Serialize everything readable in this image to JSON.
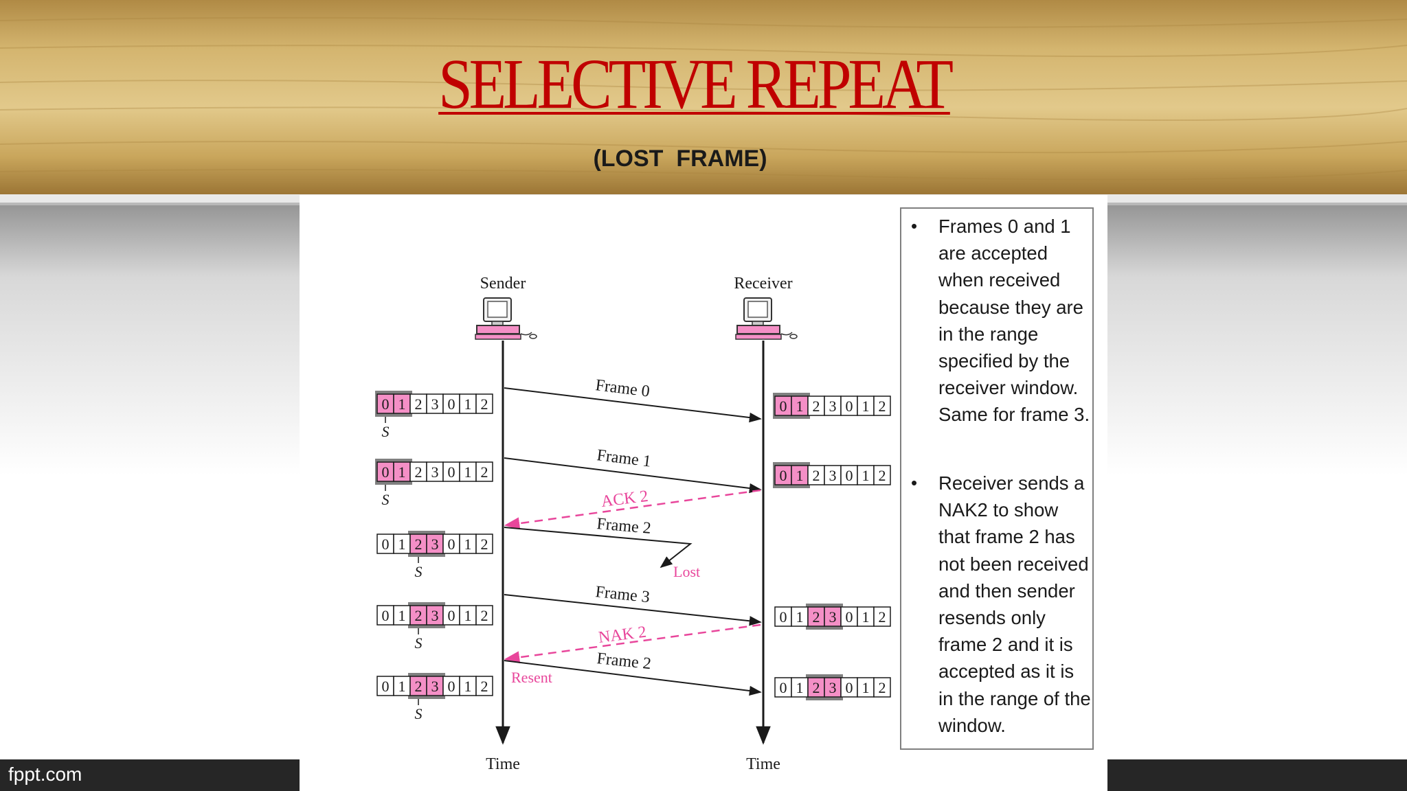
{
  "slide": {
    "title": "SELECTIVE REPEAT",
    "subtitle": "(LOST  FRAME)",
    "brand": "fppt.com"
  },
  "colors": {
    "title": "#c00000",
    "pink": "#e8469b",
    "pink_fill": "#f48fc6",
    "window_gray": "#808080",
    "wood": "#c9a65c",
    "footer": "#262626"
  },
  "diagram": {
    "sender_label": "Sender",
    "receiver_label": "Receiver",
    "time_label": "Time",
    "s_marker": "S",
    "seq_numbers": [
      "0",
      "1",
      "2",
      "3",
      "0",
      "1",
      "2"
    ],
    "messages": [
      {
        "label": "Frame 0",
        "direction": "forward",
        "style": "solid"
      },
      {
        "label": "Frame 1",
        "direction": "forward",
        "style": "solid"
      },
      {
        "label": "ACK 2",
        "direction": "backward",
        "style": "dashed"
      },
      {
        "label": "Frame 2",
        "direction": "forward",
        "style": "solid",
        "note": "Lost"
      },
      {
        "label": "Frame 3",
        "direction": "forward",
        "style": "solid"
      },
      {
        "label": "NAK 2",
        "direction": "backward",
        "style": "dashed"
      },
      {
        "label": "Frame 2",
        "direction": "forward",
        "style": "solid",
        "note": "Resent"
      }
    ],
    "sender_windows": [
      [
        0,
        1
      ],
      [
        0,
        1
      ],
      [
        2,
        3
      ],
      [
        2,
        3
      ],
      [
        2,
        3
      ]
    ],
    "receiver_windows": [
      [
        0,
        1
      ],
      [
        0,
        1
      ],
      [
        2,
        3
      ],
      [
        2,
        3
      ]
    ]
  },
  "notes": [
    "Frames 0 and 1 are accepted when received because they are in the range specified by the receiver window. Same for frame 3.",
    "Receiver sends a NAK2 to show that frame 2 has not been received and then sender resends only frame 2 and it is accepted as it is in the range of the window."
  ]
}
